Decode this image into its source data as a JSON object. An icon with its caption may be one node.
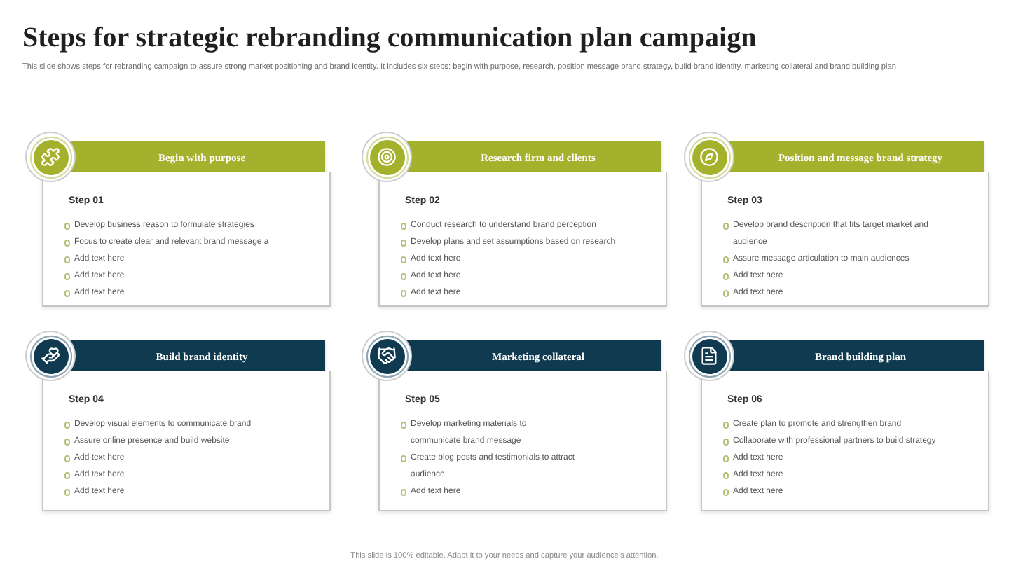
{
  "diagram": {
    "title": "Steps for strategic rebranding communication plan campaign",
    "nodes": [
      {
        "text": [
          "Begin with purpose"
        ]
      },
      {
        "text": [
          "Step 01",
          "Develop business reason to formulate strategies",
          "Focus to create clear and relevant brand message a",
          "Add text here",
          "Add text here",
          "Add text here"
        ]
      },
      {
        "text": [
          "Research firm and clients"
        ]
      },
      {
        "text": [
          "Step 02",
          "Conduct research to understand brand perception",
          "Develop plans and set assumptions based on research",
          "Add text here",
          "Add text here",
          "Add text here"
        ]
      },
      {
        "text": [
          "Position and message brand strategy"
        ]
      },
      {
        "text": [
          "Step 03",
          "Develop brand description that fits target market and audience",
          "Assure message articulation to main audiences",
          "Add text here",
          "Add text here"
        ]
      },
      {
        "text": [
          "Build brand identity"
        ]
      },
      {
        "text": [
          "Step 04",
          "Develop visual elements to communicate brand",
          "Assure online presence and build website",
          "Add text here",
          "Add text here",
          "Add text here"
        ]
      },
      {
        "text": [
          "Marketing collateral"
        ]
      },
      {
        "text": [
          "Step 05",
          "Develop marketing materials to communicate brand message",
          "Create blog posts and testimonials to attract audience",
          "Add text here"
        ]
      },
      {
        "text": [
          "Brand building plan"
        ]
      },
      {
        "text": [
          "Step 06",
          "Create plan to promote and strengthen brand",
          "Collaborate with professional partners to build strategy",
          "Add text here",
          "Add text here",
          "Add text here"
        ]
      }
    ],
    "labels": [
      "This slide shows steps for rebranding campaign to assure strong market positioning and brand identity. It includes six steps: begin with purpose, research, position message brand strategy, build brand identity, marketing collateral and brand building plan",
      "This slide is 100% editable. Adapt it to your needs and capture your audience's attention."
    ]
  }
}
